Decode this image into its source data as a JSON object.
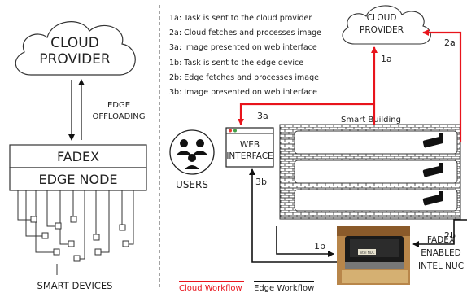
{
  "left": {
    "cloud_label_line1": "CLOUD",
    "cloud_label_line2": "PROVIDER",
    "offload_line1": "EDGE",
    "offload_line2": "OFFLOADING",
    "fadex_label": "FADEX",
    "edge_node_label": "EDGE NODE",
    "smart_devices_label": "SMART DEVICES"
  },
  "steps": [
    "1a: Task is sent to the cloud provider",
    "2a: Cloud fetches and processes image",
    "3a: Image presented on web interface",
    "1b: Task is sent to the edge device",
    "2b: Edge fetches and processes image",
    "3b: Image presented on web interface"
  ],
  "right": {
    "cloud_label_line1": "CLOUD",
    "cloud_label_line2": "PROVIDER",
    "smart_building_label": "Smart Building",
    "web_interface_line1": "WEB",
    "web_interface_line2": "INTERFACE",
    "users_label": "USERS",
    "fadex_line1": "FADEX",
    "fadex_line2": "ENABLED",
    "fadex_line3": "INTEL NUC",
    "nuc_label": "Intel NUC"
  },
  "arrow_labels": {
    "a1": "1a",
    "a2": "2a",
    "a3": "3a",
    "b1": "1b",
    "b2": "2b",
    "b3": "3b"
  },
  "legend": {
    "cloud_workflow": "Cloud Workflow",
    "edge_workflow": "Edge Workflow"
  },
  "colors": {
    "cloud_workflow": "#e8141c",
    "edge_workflow": "#111111",
    "divider": "#666666"
  }
}
